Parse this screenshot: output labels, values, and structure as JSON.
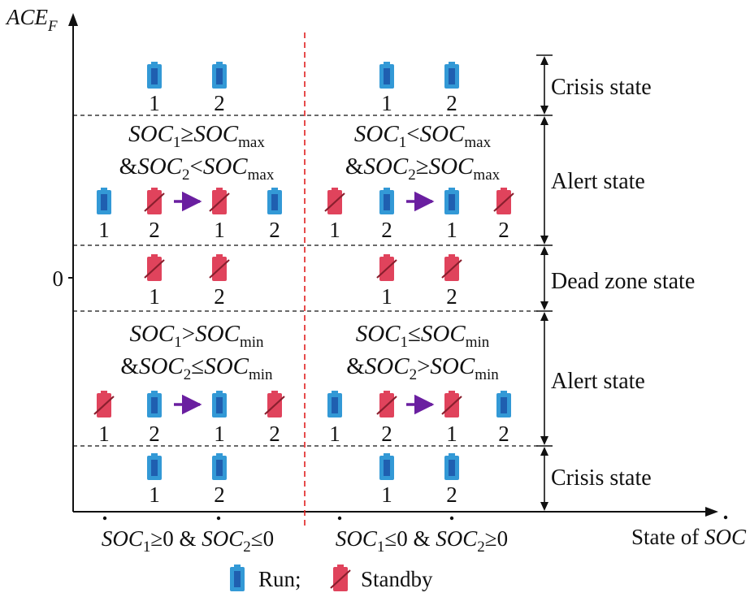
{
  "axes": {
    "y_label": "ACE",
    "y_label_sub": "F",
    "y_zero_tick": "0",
    "x_label_prefix": "State of ",
    "x_label_var": "SOC"
  },
  "columns": [
    {
      "label_parts": [
        "SOC",
        "1",
        "≥0",
        " & ",
        "SOC",
        "2",
        "≤0"
      ]
    },
    {
      "label_parts": [
        "SOC",
        "1",
        "≤0",
        " & ",
        "SOC",
        "2",
        "≥0"
      ]
    }
  ],
  "rows": [
    {
      "state": "Crisis state"
    },
    {
      "state": "Alert state",
      "conditions": [
        {
          "line1": [
            "SOC",
            "1",
            "≥",
            "SOC",
            "max"
          ],
          "line2": [
            "&",
            "SOC",
            "2",
            "<",
            "SOC",
            "max"
          ]
        },
        {
          "line1": [
            "SOC",
            "1",
            "<",
            "SOC",
            "max"
          ],
          "line2": [
            "&",
            "SOC",
            "2",
            "≥",
            "SOC",
            "max"
          ]
        }
      ]
    },
    {
      "state": "Dead zone state"
    },
    {
      "state": "Alert state",
      "conditions": [
        {
          "line1": [
            "SOC",
            "1",
            ">",
            "SOC",
            "min"
          ],
          "line2": [
            "&",
            "SOC",
            "2",
            "≤",
            "SOC",
            "min"
          ]
        },
        {
          "line1": [
            "SOC",
            "1",
            "≤",
            "SOC",
            "min"
          ],
          "line2": [
            "&",
            "SOC",
            "2",
            ">",
            "SOC",
            "min"
          ]
        }
      ]
    },
    {
      "state": "Crisis state"
    }
  ],
  "battery_numbers": [
    "1",
    "2"
  ],
  "legend": {
    "run_label": "Run;",
    "standby_label": "Standby"
  },
  "colors": {
    "run": "#3399d6",
    "run_inner": "#1f5fb0",
    "standby": "#e0435c",
    "standby_slash": "#8a1f2e",
    "arrow": "#6a1fa0",
    "center_divider": "#e02020",
    "line": "#111111"
  }
}
